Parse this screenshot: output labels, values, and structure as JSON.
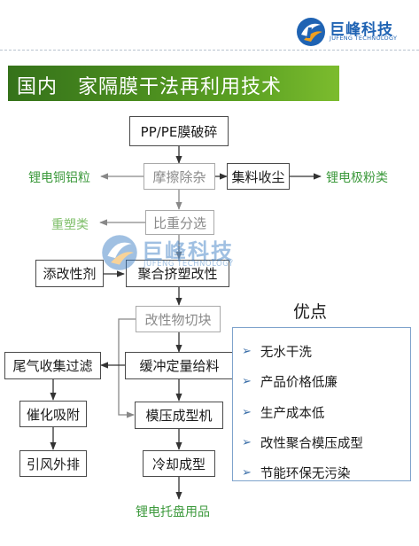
{
  "header": {
    "logo_name": "巨峰科技",
    "logo_sub": "JUFENG TECHNOLOGY",
    "title": "国内　家隔膜干法再利用技术"
  },
  "flow": {
    "crush": "PP/PE膜破碎",
    "friction": "摩擦除杂",
    "dust": "集料收尘",
    "gravity": "比重分选",
    "additive": "添改性剂",
    "extrude": "聚合挤塑改性",
    "cut": "改性物切块",
    "buffer": "缓冲定量给料",
    "tail_gas": "尾气收集过滤",
    "catalytic": "催化吸附",
    "exhaust": "引风外排",
    "mold": "模压成型机",
    "cool": "冷却成型"
  },
  "outputs": {
    "copper_al": "锂电铜铝粒",
    "electrode_powder": "锂电极粉类",
    "plastic": "重塑类",
    "tray": "锂电托盘用品"
  },
  "watermark": {
    "name": "巨峰科技",
    "sub": "JUFENG TECHNOLOGY"
  },
  "advantages": {
    "title": "优点",
    "items": [
      "无水干洗",
      "产品价格低廉",
      "生产成本低",
      "改性聚合模压成型",
      "节能环保无污染"
    ]
  },
  "colors": {
    "title_bar": "#4a8c1f",
    "output_label": "#3d9a3d",
    "brand_blue": "#1f63b3",
    "advantage_border": "#7fa3cc"
  }
}
